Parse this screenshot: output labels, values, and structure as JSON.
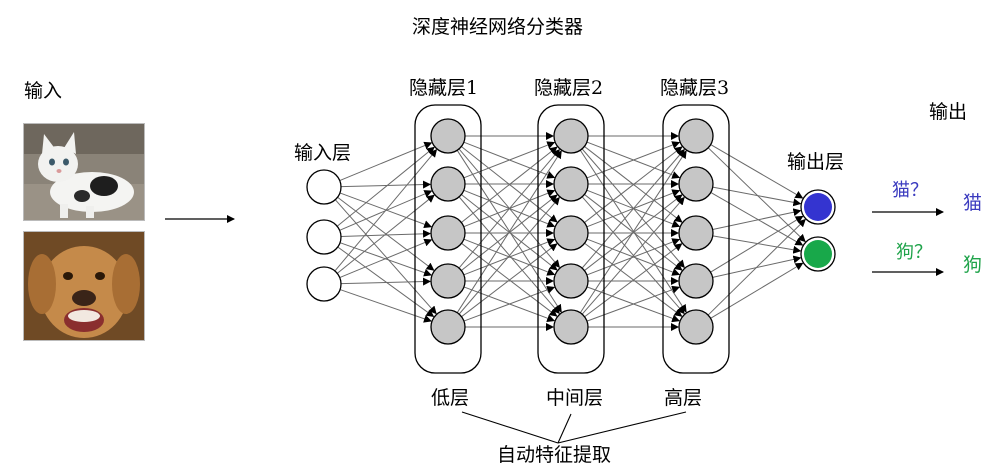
{
  "title": "深度神经网络分类器",
  "input_label": "输入",
  "output_label": "输出",
  "layers": {
    "input": "输入层",
    "hidden": [
      "隐藏层1",
      "隐藏层2",
      "隐藏层3"
    ],
    "output": "输出层"
  },
  "hidden_levels": [
    "低层",
    "中间层",
    "高层"
  ],
  "feature_extraction": "自动特征提取",
  "predictions": [
    {
      "question": "猫？",
      "answer": "猫",
      "color": "#3b3bbf"
    },
    {
      "question": "狗？",
      "answer": "狗",
      "color": "#1fa34a"
    }
  ],
  "images": [
    {
      "icon": "cat-photo-icon"
    },
    {
      "icon": "dog-photo-icon"
    }
  ],
  "colors": {
    "node_gray": "#c6c6c6",
    "output_blue": "#3434d0",
    "output_green": "#18a84a"
  }
}
